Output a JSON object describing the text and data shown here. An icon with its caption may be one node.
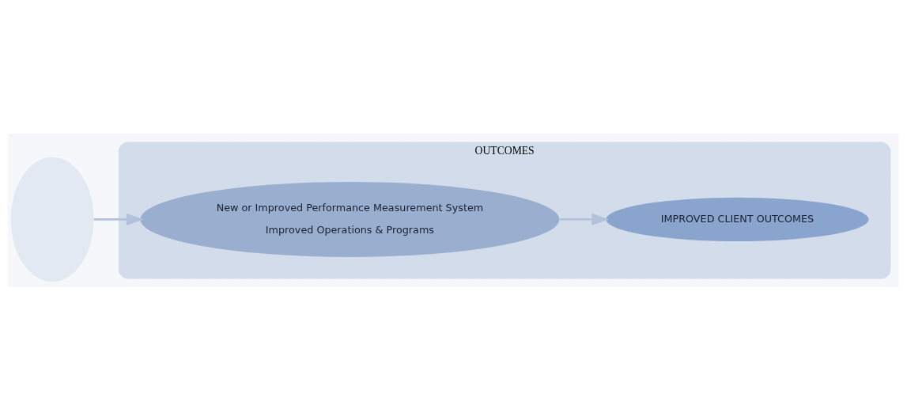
{
  "diagram": {
    "nodes": [
      {
        "text": [
          "OUTCOMES"
        ]
      },
      {
        "text": [
          "New or Improved Performance Measurement System",
          "Improved Operations & Programs"
        ],
        "in": 0
      },
      {
        "text": [
          "IMPROVED CLIENT OUTCOMES"
        ],
        "in": 0
      },
      {
        "text": [],
        "shape": "ellipse"
      }
    ],
    "edges": [
      {
        "from": 3,
        "to": 1,
        "arrow": "to"
      },
      {
        "from": 1,
        "to": 2,
        "arrow": "to"
      }
    ]
  }
}
